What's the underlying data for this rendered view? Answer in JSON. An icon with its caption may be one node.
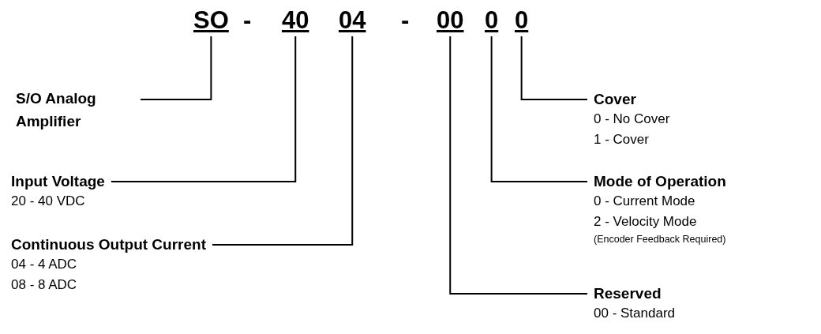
{
  "diagram": {
    "nodes": [
      {
        "text": [
          "SO"
        ]
      },
      {
        "text": [
          "40"
        ]
      },
      {
        "text": [
          "04"
        ]
      },
      {
        "text": [
          "00"
        ]
      },
      {
        "text": [
          "0"
        ]
      },
      {
        "text": [
          "0"
        ]
      },
      {
        "text": [
          "S/O Analog Amplifier"
        ]
      },
      {
        "text": [
          "Cover",
          "0 - No Cover",
          "1 - Cover"
        ]
      },
      {
        "text": [
          "Input Voltage",
          "20 - 40 VDC"
        ]
      },
      {
        "text": [
          "Mode of Operation",
          "0 - Current Mode",
          "2 - Velocity Mode",
          "(Encoder Feedback Required)"
        ]
      },
      {
        "text": [
          "Continuous Output Current",
          "04 - 4 ADC",
          "08 - 8 ADC"
        ]
      },
      {
        "text": [
          "Reserved",
          "00 - Standard"
        ]
      }
    ],
    "edges": [
      {
        "from": 6,
        "to": 0,
        "arrow": "none"
      },
      {
        "from": 8,
        "to": 1,
        "arrow": "none"
      },
      {
        "from": 10,
        "to": 2,
        "arrow": "none"
      },
      {
        "from": 11,
        "to": 3,
        "arrow": "none"
      },
      {
        "from": 9,
        "to": 4,
        "arrow": "none"
      },
      {
        "from": 7,
        "to": 5,
        "arrow": "none"
      }
    ],
    "labels": [
      "-",
      "-"
    ]
  }
}
